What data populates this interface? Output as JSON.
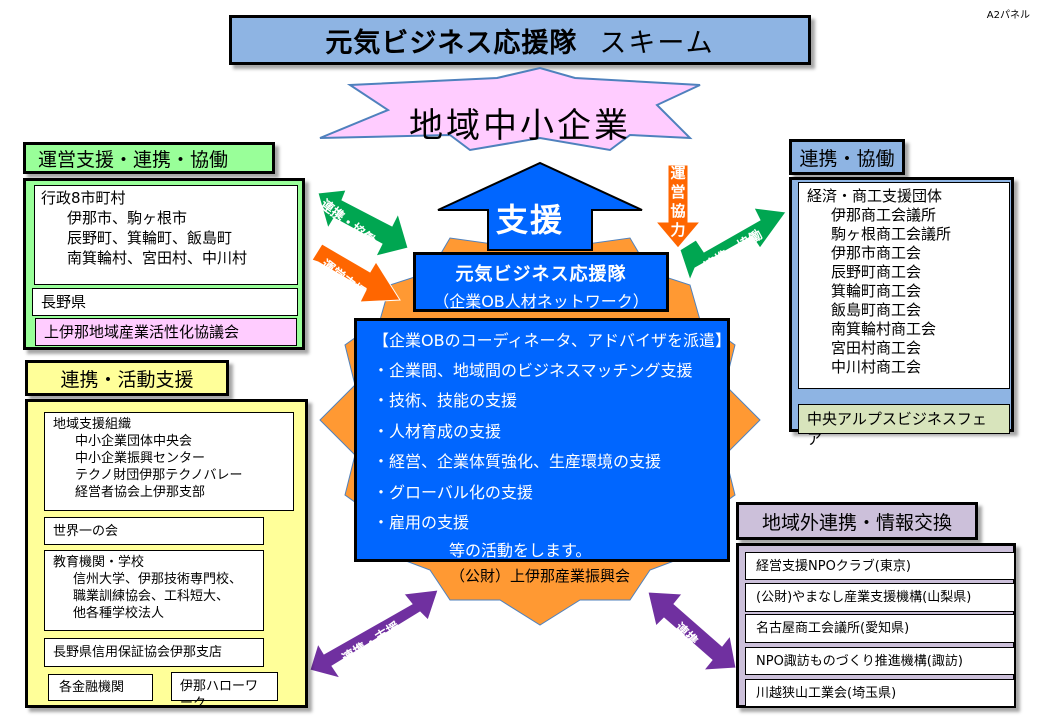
{
  "panel_label": "A2パネル",
  "title": {
    "bold": "元気ビジネス応援隊",
    "normal": "スキーム"
  },
  "star": {
    "label": "地域中小企業"
  },
  "support_arrow": {
    "label": "支援"
  },
  "arrows": {
    "left_green": "連携・協働",
    "left_orange": "運営支援",
    "top_orange": [
      "運",
      "営",
      "協",
      "力"
    ],
    "right_green": "連携・協働",
    "bottom_left_purple": "連携・支援",
    "bottom_right_purple": "連携"
  },
  "left_top_group": {
    "header": "運営支援・連携・協働",
    "municipalities": {
      "title": "行政8市町村",
      "lines": [
        "伊那市、駒ヶ根市",
        "辰野町、箕輪町、飯島町",
        "南箕輪村、宮田村、中川村"
      ]
    },
    "prefecture": "長野県",
    "council": "上伊那地域産業活性化協議会"
  },
  "left_bottom_group": {
    "header": "連携・活動支援",
    "regional": {
      "title": "地域支援組織",
      "lines": [
        "中小企業団体中央会",
        "中小企業振興センター",
        "テクノ財団伊那テクノバレー",
        "経営者協会上伊那支部"
      ]
    },
    "sekai": "世界一の会",
    "education": {
      "title": "教育機関・学校",
      "lines": [
        "信州大学、伊那技術専門校、",
        "職業訓練協会、工科短大、",
        "他各種学校法人"
      ]
    },
    "credit": "長野県信用保証協会伊那支店",
    "finance": "各金融機関",
    "hellowork": "伊那ハローワーク"
  },
  "right_top_group": {
    "header": "連携・協働",
    "commerce": {
      "title": "経済・商工支援団体",
      "lines": [
        "伊那商工会議所",
        "駒ヶ根商工会議所",
        "伊那市商工会",
        "辰野町商工会",
        "箕輪町商工会",
        "飯島町商工会",
        "南箕輪村商工会",
        "宮田村商工会",
        "中川村商工会"
      ]
    },
    "fair": "中央アルプスビジネスフェア"
  },
  "right_bottom_group": {
    "header": "地域外連携・情報交換",
    "items": [
      "経営支援NPOクラブ(東京)",
      "(公財)やまなし産業支援機構(山梨県)",
      "名古屋商工会議所(愛知県)",
      "NPO諏訪ものづくり推進機構(諏訪)",
      "川越狭山工業会(埼玉県)"
    ]
  },
  "center": {
    "name": "元気ビジネス応援隊",
    "subtitle": "（企業OB人材ネットワーク）",
    "lines": [
      "【企業OBのコーディネータ、アドバイザを派遣】",
      "・企業間、地域間のビジネスマッチング支援",
      "・技術、技能の支援",
      "・人材育成の支援",
      "・経営、企業体質強化、生産環境の支援",
      "・グローバル化の支援",
      "・雇用の支援",
      "等の活動をします。"
    ],
    "organizer": "（公財）上伊那産業振興会"
  },
  "colors": {
    "title_bg": "#8eb4e3",
    "star_fill": "#ffccff",
    "center_blue": "#0066ff",
    "gear_orange": "#ff9933",
    "green_arrow": "#00a651",
    "orange_arrow": "#ff6600",
    "purple_arrow": "#7030a0",
    "left_green_bg": "#99ff99",
    "left_yellow_bg": "#ffff99",
    "right_purple_bg": "#ccc0da",
    "council_pink": "#ffccff",
    "fair_bg": "#d8e4bc"
  }
}
